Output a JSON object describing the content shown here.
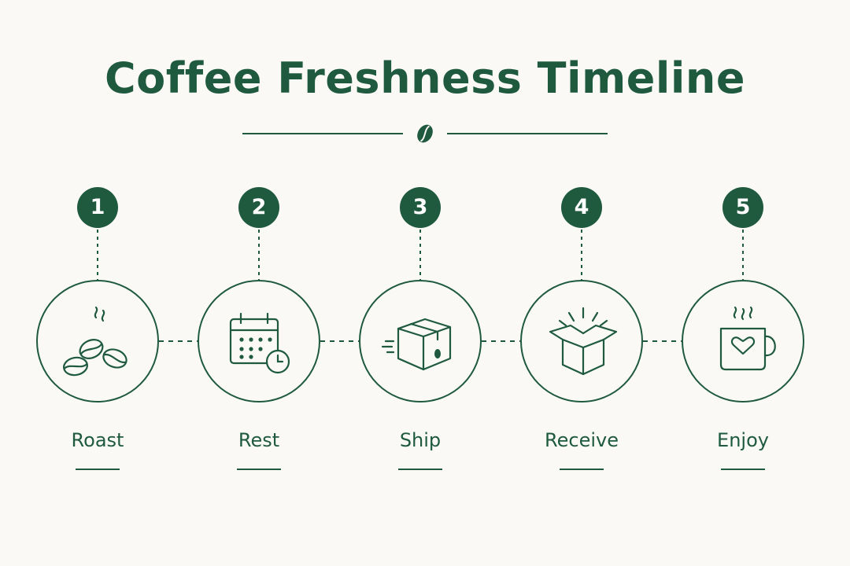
{
  "title": "Coffee Freshness Timeline",
  "colors": {
    "accent": "#1f5a3f",
    "background": "#faf9f6"
  },
  "steps": [
    {
      "number": "1",
      "label": "Roast",
      "icon": "coffee-beans-icon"
    },
    {
      "number": "2",
      "label": "Rest",
      "icon": "calendar-clock-icon"
    },
    {
      "number": "3",
      "label": "Ship",
      "icon": "shipping-box-icon"
    },
    {
      "number": "4",
      "label": "Receive",
      "icon": "open-box-icon"
    },
    {
      "number": "5",
      "label": "Enjoy",
      "icon": "mug-heart-icon"
    }
  ]
}
